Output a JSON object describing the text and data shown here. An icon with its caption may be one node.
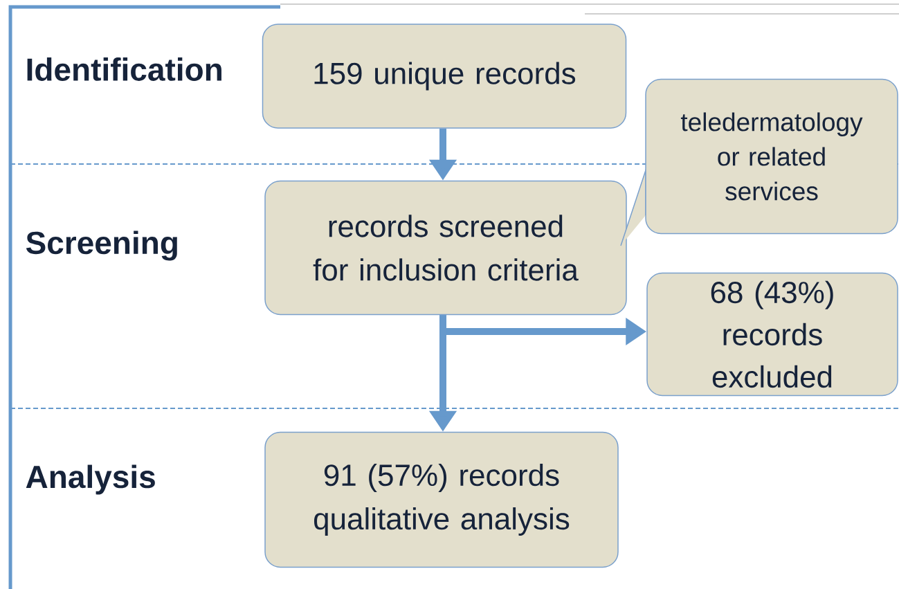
{
  "diagram": {
    "nodes": [
      {
        "text": [
          "159 unique records"
        ]
      },
      {
        "text": [
          "records screened for inclusion criteria"
        ]
      },
      {
        "text": [
          "teledermatology or related services"
        ]
      },
      {
        "text": [
          "68 (43%) records excluded"
        ]
      },
      {
        "text": [
          "91 (57%) records qualitative analysis"
        ]
      }
    ],
    "edges": [
      {
        "from": 0,
        "to": 1,
        "arrow": "to"
      },
      {
        "from": 1,
        "to": 3,
        "arrow": "to"
      },
      {
        "from": 1,
        "to": 4,
        "arrow": "to"
      }
    ],
    "labels": [
      "Identification",
      "Screening",
      "Analysis"
    ]
  }
}
